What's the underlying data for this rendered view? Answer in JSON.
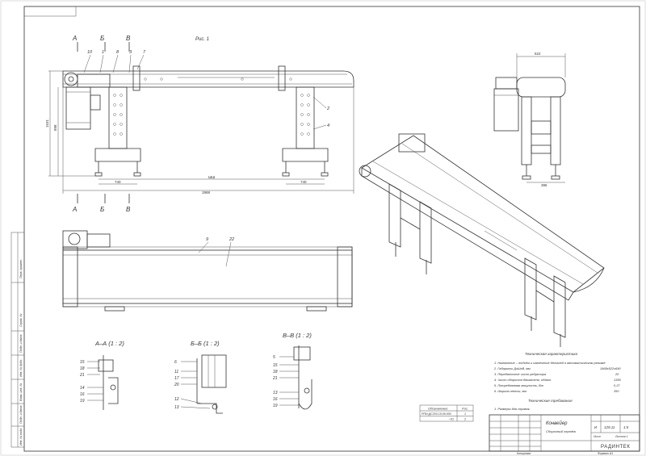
{
  "drawing": {
    "figure_label": "Рис. 1",
    "section_letters": [
      "А",
      "Б",
      "В"
    ],
    "front_view": {
      "positions": [
        "10",
        "1",
        "8",
        "3",
        "7",
        "2",
        "4"
      ],
      "dims": {
        "height_total": "1531",
        "height_inner": "898",
        "width_total": "1968",
        "width_inner": "ШШ",
        "leg_left": "740",
        "leg_right": "740"
      }
    },
    "side_view": {
      "dims": {
        "width_top": "522",
        "width_bottom": "396"
      }
    },
    "top_view": {
      "positions": [
        "9",
        "22"
      ]
    },
    "sections": [
      {
        "title": "А–А (1 : 2)",
        "positions": [
          "15",
          "18",
          "21",
          "14",
          "16",
          "19"
        ]
      },
      {
        "title": "Б–Б (1 : 2)",
        "positions": [
          "6",
          "11",
          "17",
          "20",
          "12",
          "13"
        ]
      },
      {
        "title": "В–В (1 : 2)",
        "positions": [
          "5",
          "15",
          "18",
          "21",
          "13",
          "16",
          "19"
        ]
      }
    ],
    "tech_specs": {
      "heading": "Техническая характеристика",
      "items": [
        {
          "text": "1. Назначение – подъём и извлечение деталей в автоматическом режиме",
          "value": ""
        },
        {
          "text": "2. Габариты ДхШхВ, мм",
          "value": "1968х522х690"
        },
        {
          "text": "3. Передаточное число редуктора",
          "value": "20"
        },
        {
          "text": "4. Число оборотов двигателя, об/мин",
          "value": "1385"
        },
        {
          "text": "5. Потребляемая мощность, Вт",
          "value": "0,37"
        },
        {
          "text": "6. Ширина ленты, мм",
          "value": "350"
        }
      ],
      "req_heading": "Технические требования",
      "requirements": [
        "1. Размеры для справок."
      ]
    },
    "spec_table": {
      "col1": "Обозначение",
      "col2": "Рис.",
      "rows": [
        [
          "РПИ.ДС203.15.09.000",
          "1"
        ],
        [
          "–01",
          "2"
        ]
      ]
    },
    "title_block": {
      "name": "Конвейер",
      "doc_type": "Сборочный чертёж",
      "mass": "129,11",
      "scale": "1:5",
      "company": "РАДИНТЕК",
      "stage": "И",
      "sheet_label": "Лист",
      "sheets_label": "Листов 1",
      "copy": "Копировал",
      "format": "Формат А1"
    },
    "side_labels": [
      "Перв. примен.",
      "Справ. №",
      "Подп. и дата",
      "Инв. № дубл.",
      "Взам. инв. №",
      "Подп. и дата",
      "Инв. № подл."
    ]
  }
}
